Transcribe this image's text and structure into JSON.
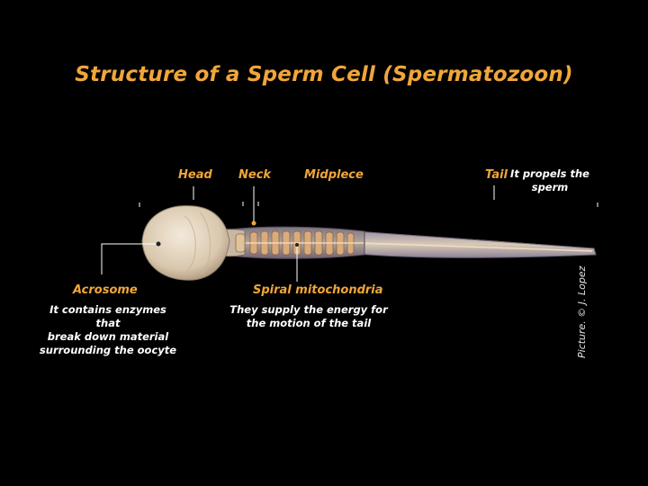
{
  "title": "Structure of a Sperm Cell (Spermatozoon)",
  "labels": {
    "head": "Head",
    "neck": "Neck",
    "midpiece": "Midplece",
    "tail": "Tail",
    "tail_desc_1": "It propels the",
    "tail_desc_2": "sperm",
    "acrosome": "Acrosome",
    "acrosome_desc_1": "It contains enzymes that",
    "acrosome_desc_2": "break down material",
    "acrosome_desc_3": "surrounding the oocyte",
    "mito": "Spiral mitochondria",
    "mito_desc_1": "They supply the energy for",
    "mito_desc_2": "the motion of the tail"
  },
  "credit": "Picture. © J. Lopez",
  "colors": {
    "label": "#f0a63a",
    "desc": "#ffffff",
    "background": "#000000"
  }
}
